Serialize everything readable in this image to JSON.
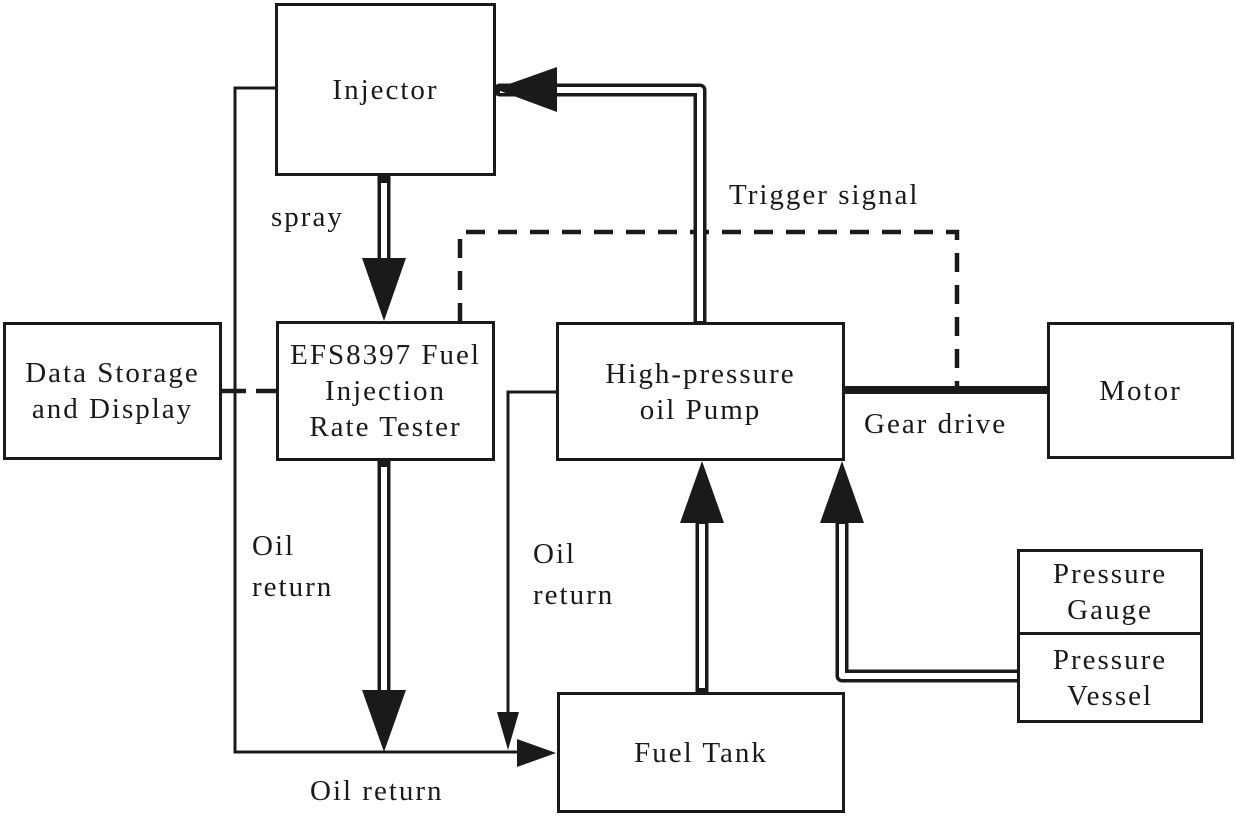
{
  "diagram": {
    "colors": {
      "line": "#1a1a1a",
      "background": "#ffffff"
    },
    "boxes": {
      "injector": {
        "label": "Injector"
      },
      "data_storage": {
        "label": "Data Storage\nand Display"
      },
      "tester": {
        "label": "EFS8397 Fuel\nInjection\nRate Tester"
      },
      "pump": {
        "label": "High-pressure\noil Pump"
      },
      "motor": {
        "label": "Motor"
      },
      "pressure_gauge": {
        "label": "Pressure\nGauge"
      },
      "pressure_vessel": {
        "label": "Pressure\nVessel"
      },
      "fuel_tank": {
        "label": "Fuel Tank"
      }
    },
    "edge_labels": {
      "spray": "spray",
      "trigger_signal": "Trigger signal",
      "gear_drive": "Gear drive",
      "oil_return_left": "Oil\nreturn",
      "oil_return_middle": "Oil\nreturn",
      "oil_return_bottom": "Oil return"
    }
  }
}
